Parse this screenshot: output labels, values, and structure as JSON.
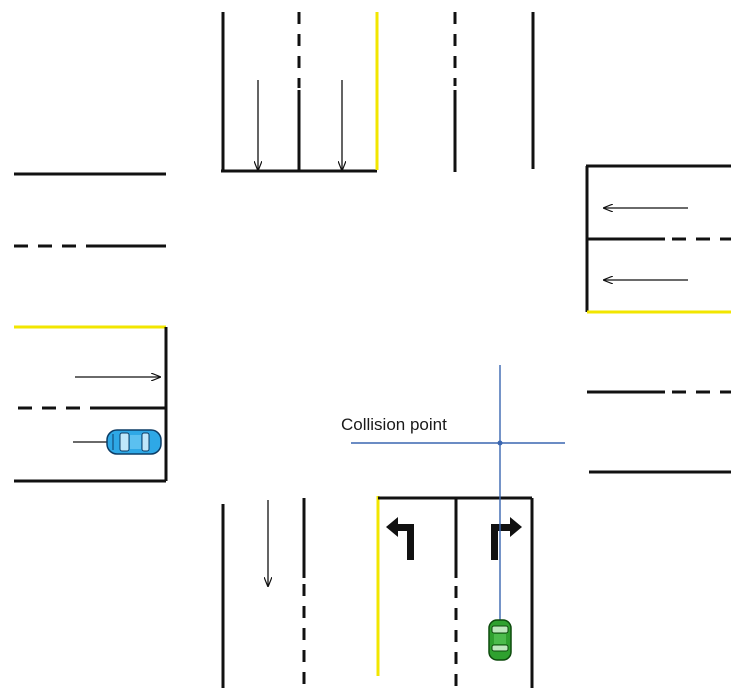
{
  "annotation": {
    "label": "Collision point"
  },
  "colors": {
    "road_line": "#111111",
    "yellow_line": "#f2e600",
    "guide_line": "#3a66b0",
    "car_blue": "#2ea8e6",
    "car_green": "#2fa12f"
  },
  "vehicles": [
    {
      "name": "blue-car",
      "heading": "east",
      "color": "#2ea8e6"
    },
    {
      "name": "green-car",
      "heading": "north",
      "color": "#2fa12f"
    }
  ],
  "road_markings": {
    "north_approach": [
      "down-arrow",
      "down-arrow"
    ],
    "east_approach": [
      "left-arrow",
      "left-arrow"
    ],
    "west_approach": [
      "right-arrow"
    ],
    "south_approach": [
      "down-arrow",
      "left-turn-arrow",
      "right-turn-arrow"
    ]
  }
}
